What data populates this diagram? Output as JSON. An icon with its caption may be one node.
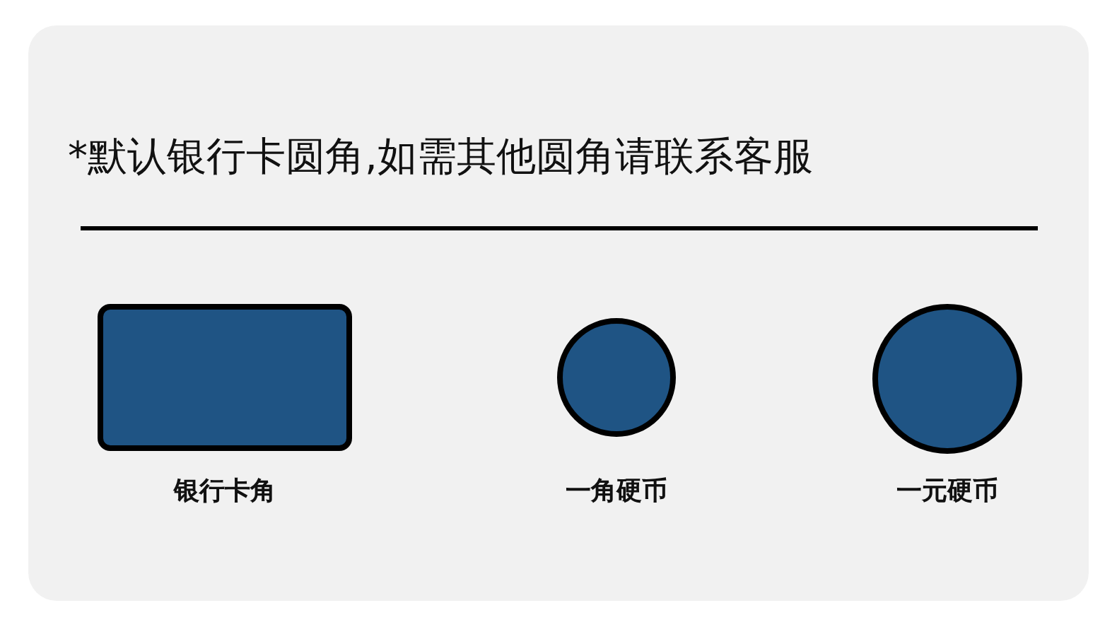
{
  "diagram": {
    "title": "*默认银行卡圆角,如需其他圆角请联系客服",
    "nodes": [
      {
        "text": [
          "银行卡角"
        ]
      },
      {
        "text": [
          "一角硬币"
        ]
      },
      {
        "text": [
          "一元硬币"
        ]
      }
    ]
  }
}
